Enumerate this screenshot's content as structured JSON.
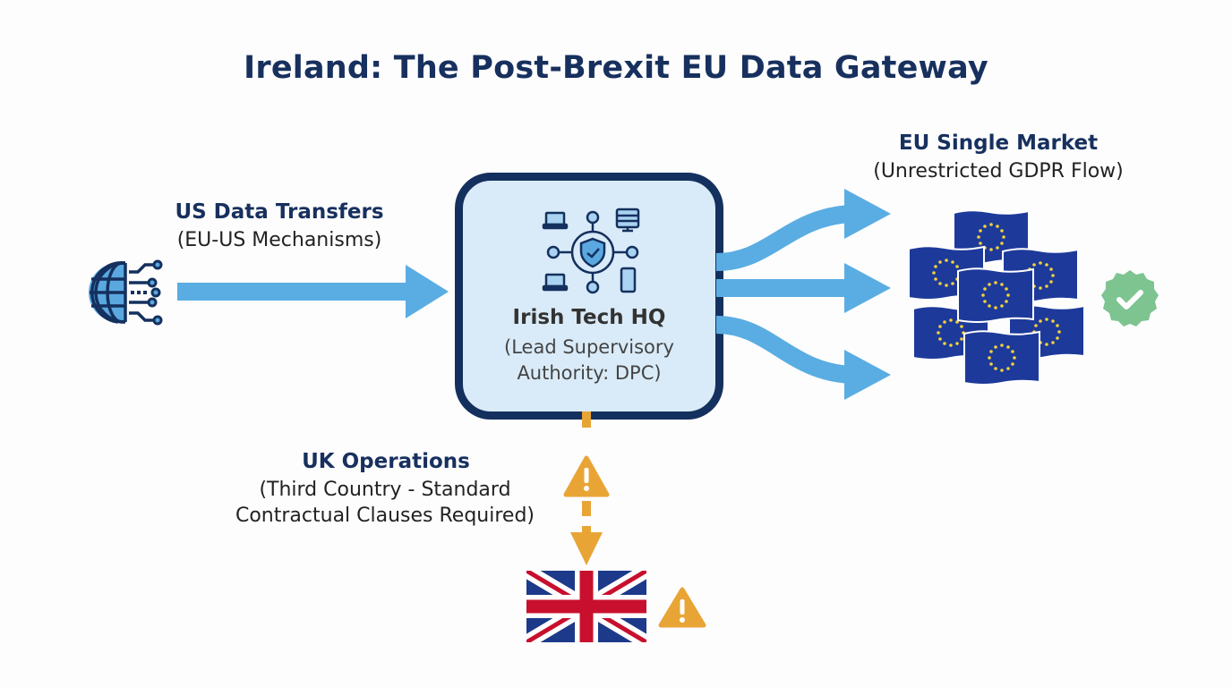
{
  "title": "Ireland: The Post-Brexit EU Data Gateway",
  "colors": {
    "navy": "#14305e",
    "arrow_blue": "#5aade3",
    "hub_fill": "#d9ebf8",
    "warning_orange": "#e8a536",
    "check_green": "#7dc490",
    "eu_blue": "#1d3a9a",
    "eu_star": "#f2d13a",
    "uk_red": "#c8102e"
  },
  "us_section": {
    "title": "US Data Transfers",
    "subtitle": "(EU-US Mechanisms)",
    "icon": "globe-circuit-icon"
  },
  "hub": {
    "title": "Irish Tech HQ",
    "subtitle_line1": "(Lead Supervisory",
    "subtitle_line2": "Authority: DPC)",
    "icon": "network-shield-icon"
  },
  "eu_section": {
    "title": "EU Single Market",
    "subtitle": "(Unrestricted GDPR Flow)",
    "flag_count": 7,
    "status_icon": "green-check-badge-icon"
  },
  "uk_section": {
    "title": "UK Operations",
    "subtitle_line1": "(Third Country - Standard",
    "subtitle_line2": "Contractual Clauses Required)",
    "flag": "union-jack",
    "status_icon": "warning-triangle-icon"
  }
}
